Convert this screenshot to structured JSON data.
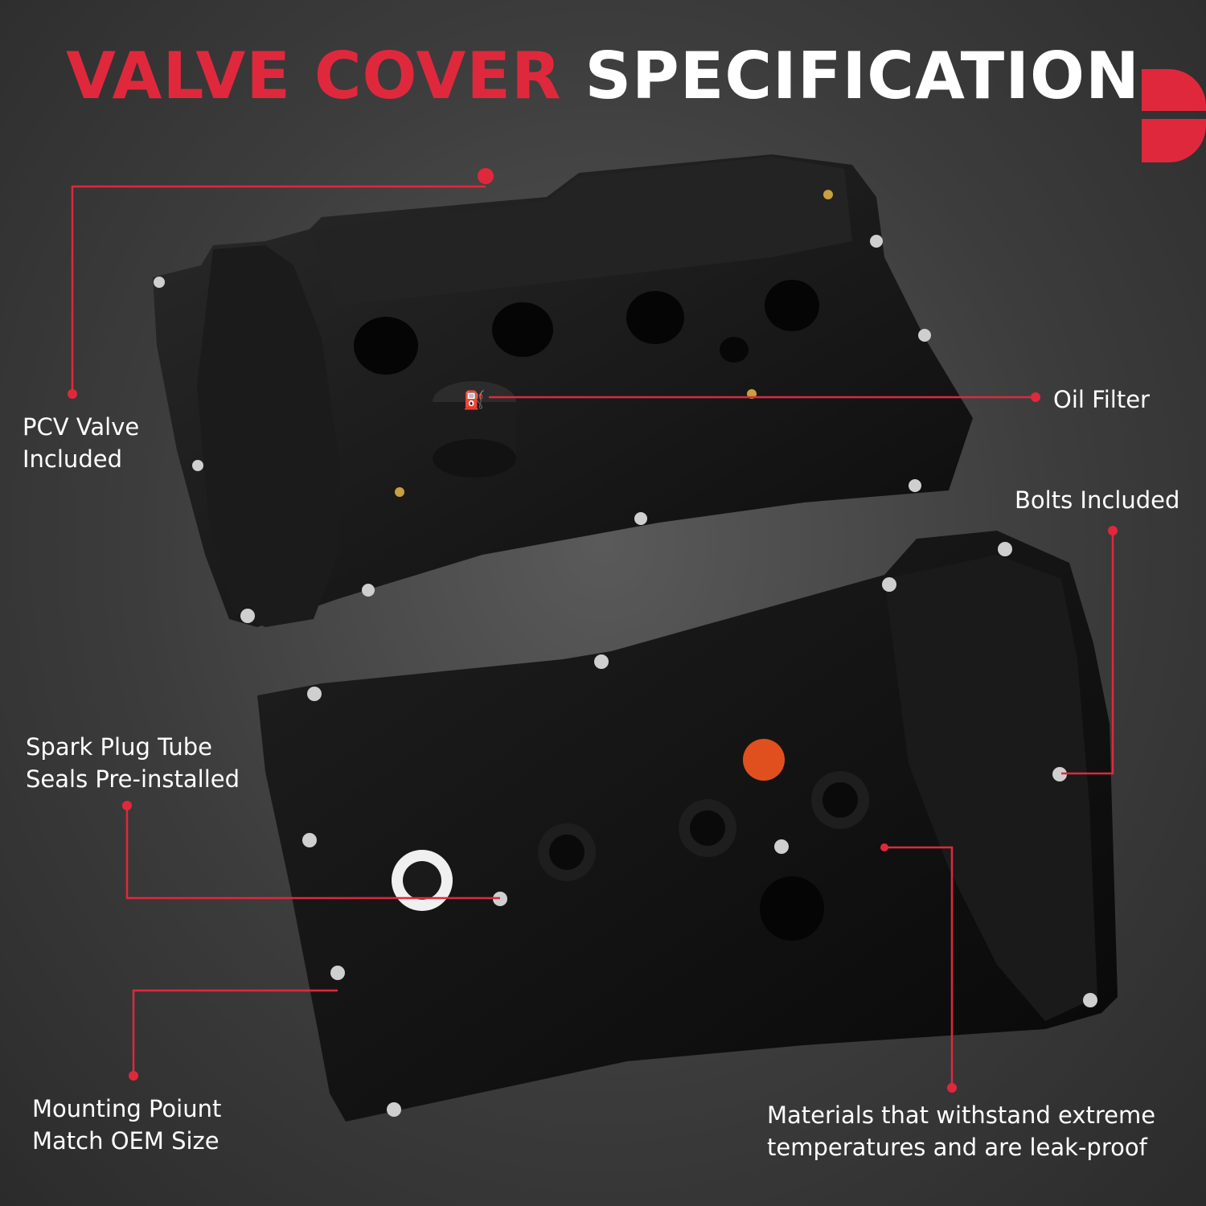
{
  "header": {
    "title_accent": "VALVE COVER",
    "title_rest": "SPECIFICATION"
  },
  "brand": {
    "logo_icon": "brand-logo-icon",
    "color": "#e0283c"
  },
  "callouts": {
    "pcv": {
      "line1": "PCV Valve",
      "line2": "Included"
    },
    "oil": {
      "line1": "Oil Filter"
    },
    "bolts": {
      "line1": "Bolts Included"
    },
    "spark": {
      "line1": "Spark Plug Tube",
      "line2": "Seals Pre-installed"
    },
    "mount": {
      "line1": "Mounting Poiunt",
      "line2": "Match OEM Size"
    },
    "materials": {
      "line1": "Materials that withstand extreme",
      "line2": "temperatures and are leak-proof"
    }
  },
  "colors": {
    "accent": "#e0283c",
    "text": "#ffffff",
    "part": "#111111"
  }
}
